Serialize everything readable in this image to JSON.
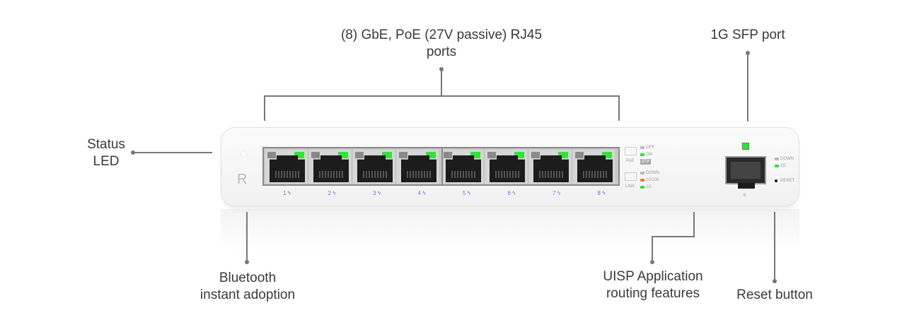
{
  "callouts": {
    "rj45_ports": [
      "(8) GbE, PoE (27V passive) RJ45",
      "ports"
    ],
    "sfp_port": "1G SFP port",
    "status_led": [
      "Status",
      "LED"
    ],
    "bluetooth": [
      "Bluetooth",
      "instant adoption"
    ],
    "uisp": [
      "UISP Application",
      "routing features"
    ],
    "reset": "Reset button"
  },
  "device": {
    "logo": "R",
    "ports": [
      {
        "label": "1"
      },
      {
        "label": "2"
      },
      {
        "label": "3"
      },
      {
        "label": "4"
      },
      {
        "label": "5"
      },
      {
        "label": "6"
      },
      {
        "label": "7"
      },
      {
        "label": "8"
      }
    ],
    "poe_symbol": "ϟ",
    "poe_legend": {
      "title": "PoE",
      "off": "OFF",
      "on": "ON",
      "voltage": "27V"
    },
    "link_legend": {
      "title": "LINK",
      "down": "DOWN",
      "mid": "10/100",
      "high": "1G"
    },
    "sfp": {
      "label": "9",
      "down": "DOWN",
      "high": "1G",
      "reset": "RESET"
    },
    "colors": {
      "led_green": "#35e03e",
      "led_orange": "#f07a3a",
      "port_label": "#7b6fd0"
    }
  }
}
